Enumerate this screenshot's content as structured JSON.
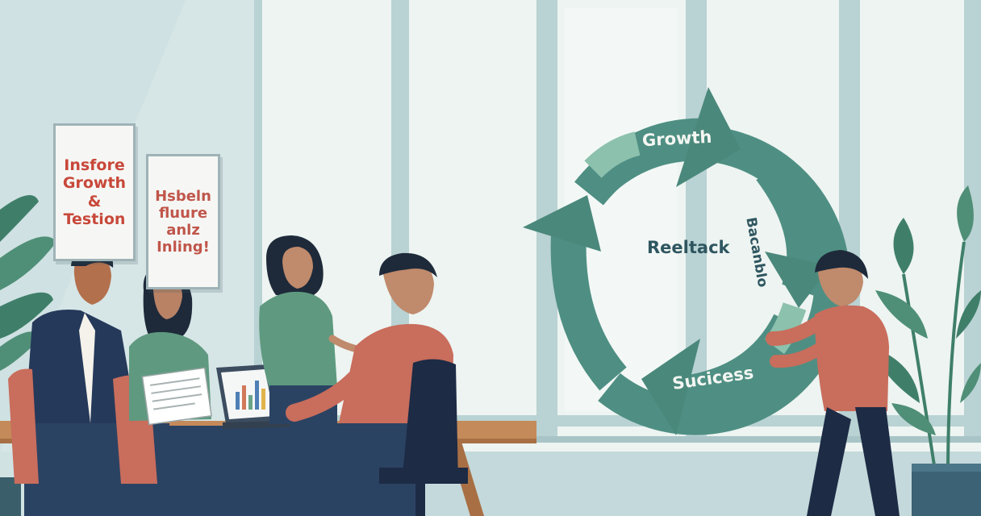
{
  "posters": {
    "left": [
      "Insfore",
      "Growth",
      "&",
      "Testion"
    ],
    "right": [
      "Hsbeln",
      "fluure",
      "anlz",
      "Inling!"
    ]
  },
  "cycle": {
    "growth": "Growth",
    "center": "Reeltack",
    "right": "Bacanblo",
    "success": "Sucicess"
  },
  "colors": {
    "arrow": "#4f8f83",
    "arrow_light": "#8cc1ad",
    "wall": "#cfe1e2",
    "window": "#eef4f1",
    "table": "#c48a5a",
    "chair": "#c96d5c",
    "poster_text": "#c8483a"
  }
}
